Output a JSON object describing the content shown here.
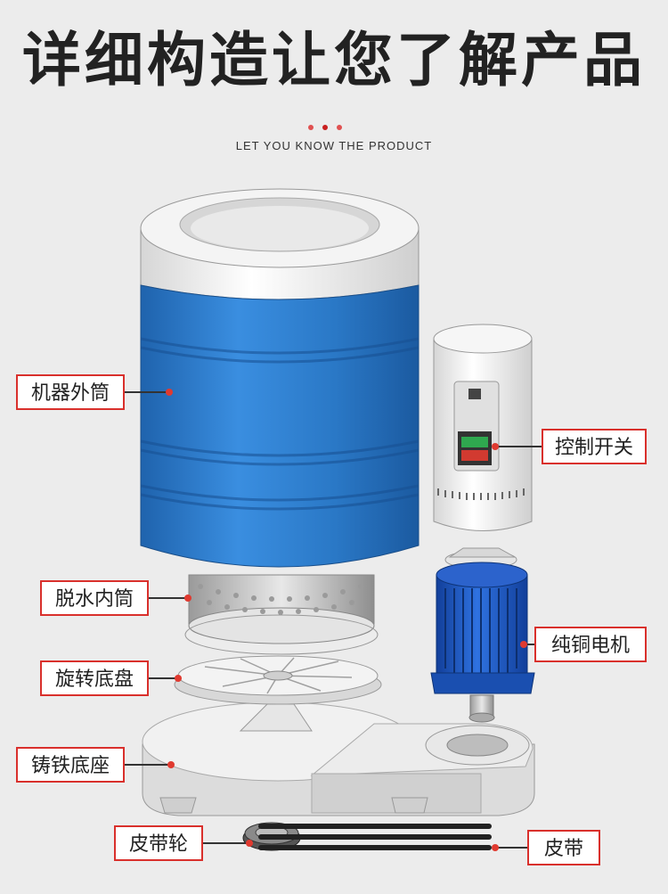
{
  "header": {
    "title": "详细构造让您了解产品",
    "subtitle": "LET YOU KNOW THE PRODUCT"
  },
  "labels": {
    "outer_drum": "机器外筒",
    "control_switch": "控制开关",
    "spin_inner_drum": "脱水内筒",
    "copper_motor": "纯铜电机",
    "rotating_plate": "旋转底盘",
    "cast_iron_base": "铸铁底座",
    "pulley": "皮带轮",
    "belt": "皮带"
  },
  "colors": {
    "accent": "#d9302c",
    "drum_blue": "#2a78c6",
    "motor_blue": "#1d5fc4"
  }
}
